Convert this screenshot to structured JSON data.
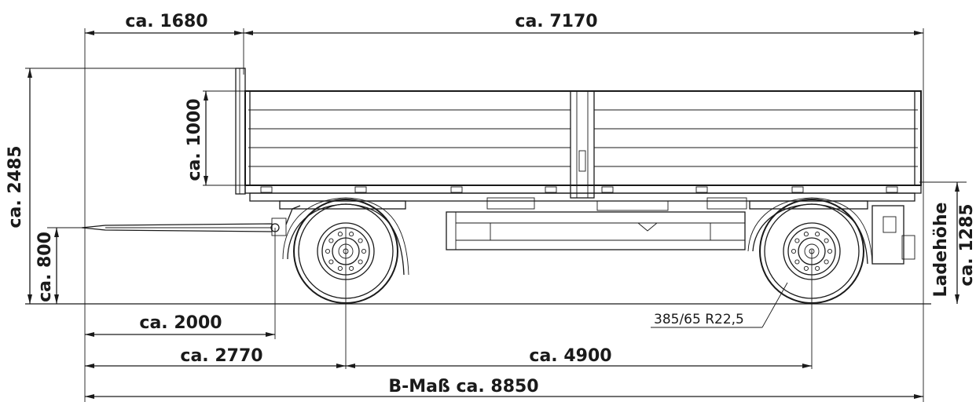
{
  "dimensions": {
    "drawbar_overhang": "ca. 1680",
    "body_length": "ca. 7170",
    "total_height": "ca. 2485",
    "side_height": "ca. 1000",
    "coupling_height": "ca. 800",
    "load_height_label": "Ladehöhe",
    "load_height": "ca. 1285",
    "coupling_to_front": "ca. 2000",
    "coupling_to_front_axle": "ca. 2770",
    "wheelbase": "ca. 4900",
    "b_dimension": "B-Maß ca. 8850"
  },
  "tire_size": "385/65 R22,5",
  "colors": {
    "line": "#1a1a1a",
    "background": "#ffffff"
  }
}
